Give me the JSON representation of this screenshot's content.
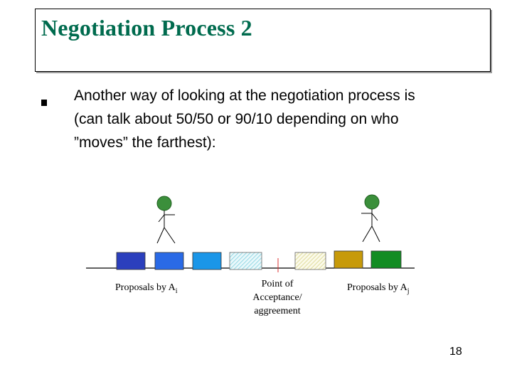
{
  "slide": {
    "title": "Negotiation Process 2",
    "bullet_text": "Another way of looking at the negotiation process is (can talk about 50/50 or 90/10 depending on who ”moves” the farthest):",
    "page_number": "18"
  },
  "diagram": {
    "left_label_prefix": "Proposals by A",
    "left_label_sub": "i",
    "right_label_prefix": "Proposals by A",
    "right_label_sub": "j",
    "center_label": "Point of Acceptance/ aggreement",
    "colors": {
      "left_box_1": "#2b3fbd",
      "left_box_2": "#2a6ae6",
      "left_box_3": "#1a96e8",
      "hatched_box_left": "#7fd1df",
      "hatched_box_right": "#e7e3a6",
      "right_box_1": "#c79a0a",
      "right_box_2": "#128c23",
      "figure_head": "#3b8f3b"
    }
  }
}
